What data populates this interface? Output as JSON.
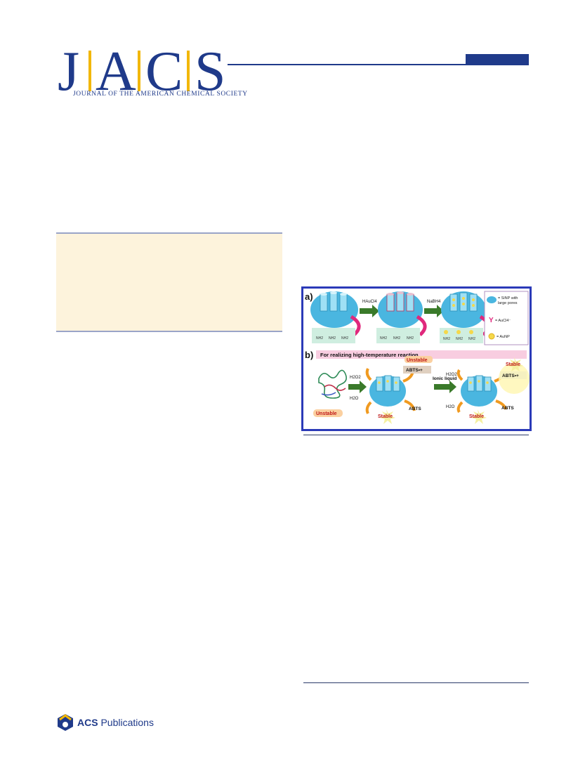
{
  "header": {
    "logo_letters": [
      "J",
      "A",
      "C",
      "S"
    ],
    "journal_name": "JOURNAL OF THE AMERICAN CHEMICAL SOCIETY"
  },
  "figure": {
    "panel_a_label": "a)",
    "panel_b_label": "b)",
    "panel_a_arrow1": "HAuCl4",
    "panel_a_arrow2": "NaBH4",
    "legend_sinp": "= SiNP with",
    "legend_sinp2": "large pores",
    "legend_aucl4": "= AuCl4⁻",
    "legend_aunp": "= AuNP",
    "nh2": "NH2",
    "banner": "For realizing high-temperature reaction",
    "h2o2": "H2O2",
    "h2o": "H2O",
    "abts_rad": "ABTS•+",
    "abts": "ABTS",
    "ionic_liquid": "Ionic liquid",
    "unstable": "Unstable",
    "stable": "Stable"
  },
  "footer": {
    "publisher_acs": "ACS",
    "publisher_rest": " Publications"
  },
  "colors": {
    "brand_blue": "#1f3a8a",
    "accent_gold": "#f2b705",
    "abstract_bg": "#fdf3dc",
    "figure_border": "#2b3ab8",
    "sinp_blue": "#4ab6e0",
    "banner_pink": "#f8cde0"
  }
}
